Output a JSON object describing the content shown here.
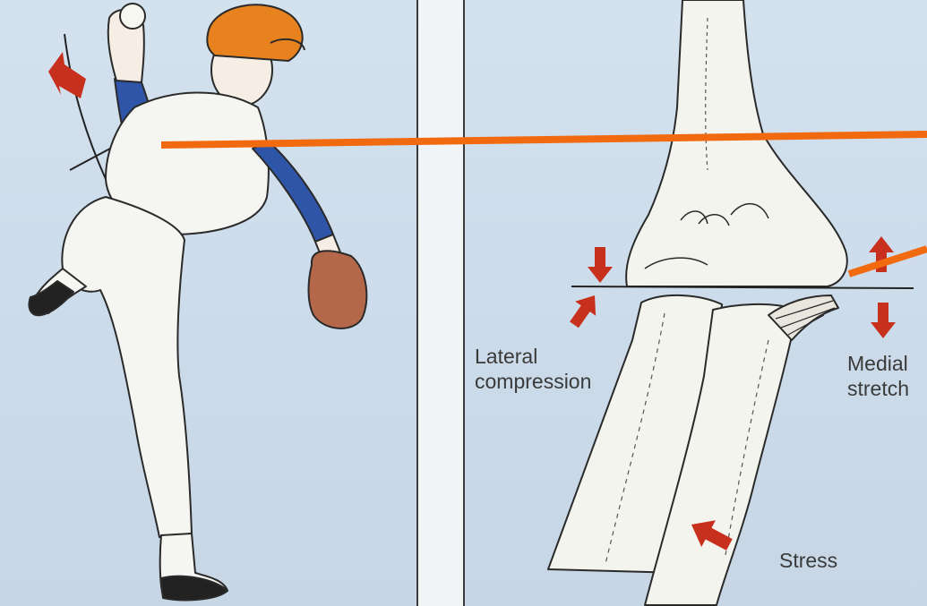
{
  "labels": {
    "lateral_compression": [
      "Lateral",
      "compression"
    ],
    "medial_stretch": [
      "Medial",
      "stretch"
    ],
    "stress": "Stress"
  },
  "colors": {
    "background": "#ccdbea",
    "divider": "#f2f5f7",
    "arrow_red": "#c8301e",
    "annotation_orange": "#f26a10",
    "cap_orange": "#e8821e",
    "sleeve_blue": "#2f55a8",
    "glove_brown": "#b5674a",
    "bone_fill": "#f4f4ee",
    "outline": "#2a2a2a"
  },
  "icons": [
    "pitcher-illustration",
    "elbow-bones-illustration",
    "red-arrow-icon"
  ]
}
